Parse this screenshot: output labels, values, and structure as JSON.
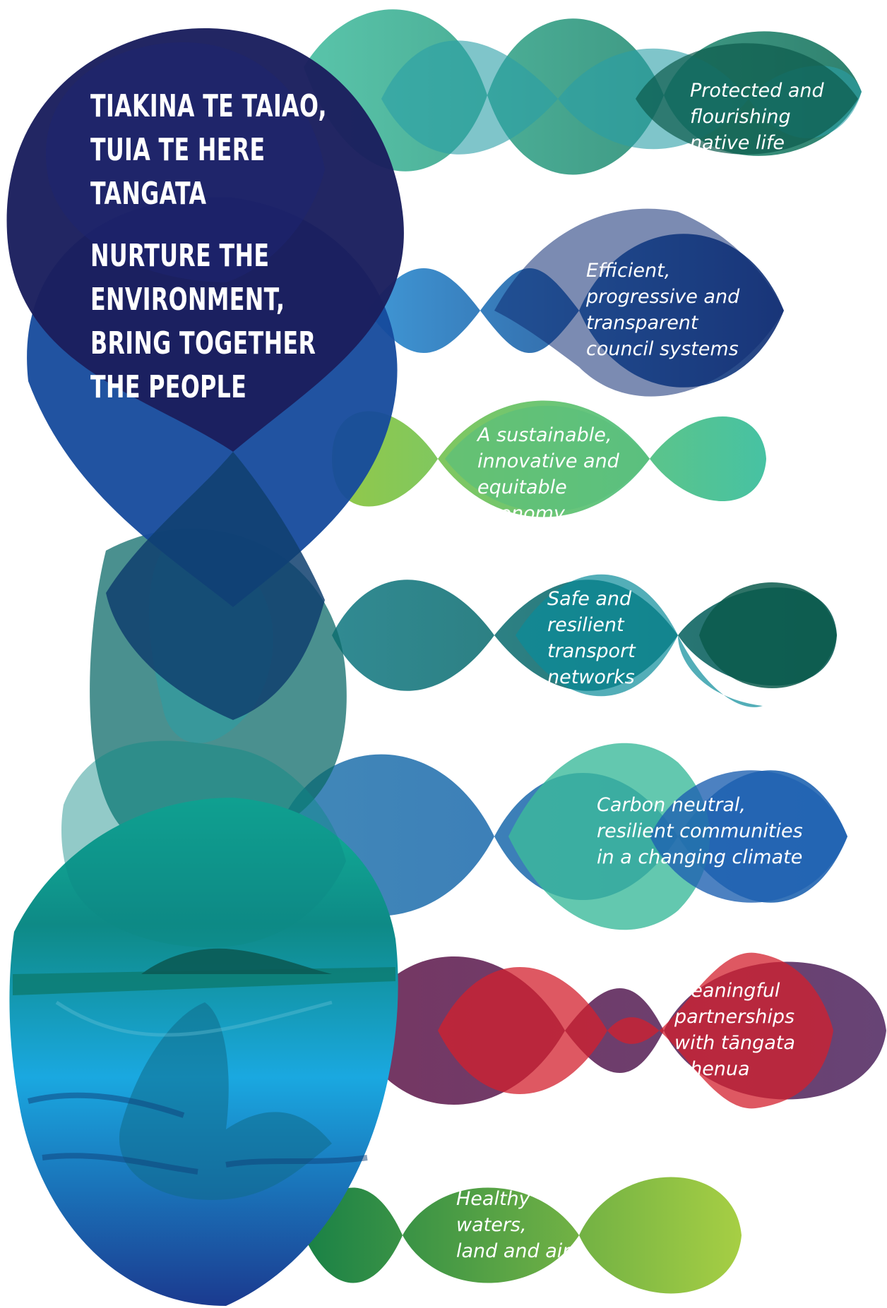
{
  "title_maori": "TIAKINA TE TAIAO,\nTUIA TE HERE\nTANGATA",
  "title_english": "NURTURE THE\nENVIRONMENT,\nBRING TOGETHER\nTHE PEOPLE",
  "outcomes": [
    {
      "text": "Protected and\nflourishing\nnative life",
      "colors": [
        "#3cba9b",
        "#0b6b55",
        "#2a9ea6"
      ]
    },
    {
      "text": "Efficient,\nprogressive and\ntransparent\ncouncil systems",
      "colors": [
        "#2467b6",
        "#0e2c72",
        "#1e5aa7"
      ]
    },
    {
      "text": " A sustainable,\ninnovative and\nequitable\neconomy",
      "colors": [
        "#8dc63f",
        "#5bbf7a",
        "#3dbf9e"
      ]
    },
    {
      "text": "Safe and\nresilient\ntransport\nnetworks",
      "colors": [
        "#157a64",
        "#0b5c55",
        "#0a8b9a"
      ]
    },
    {
      "text": "Carbon neutral,\nresilient communities\nin a changing climate",
      "colors": [
        "#2c7bb0",
        "#3cba9b",
        "#1f62b1"
      ]
    },
    {
      "text": " Meaningful\npartnerships\nwith tāngata\nwhenua",
      "colors": [
        "#6e2c5a",
        "#d3202e",
        "#5f3a6e"
      ]
    },
    {
      "text": "Healthy\nwaters,\nland and air",
      "colors": [
        "#0d7a3c",
        "#4aa53f",
        "#9ac93f"
      ]
    }
  ],
  "main_colors": {
    "navy": "#1b1f5e",
    "blue": "#154a9c",
    "teal": "#0e6b6a",
    "water": "#1a9ad6"
  }
}
